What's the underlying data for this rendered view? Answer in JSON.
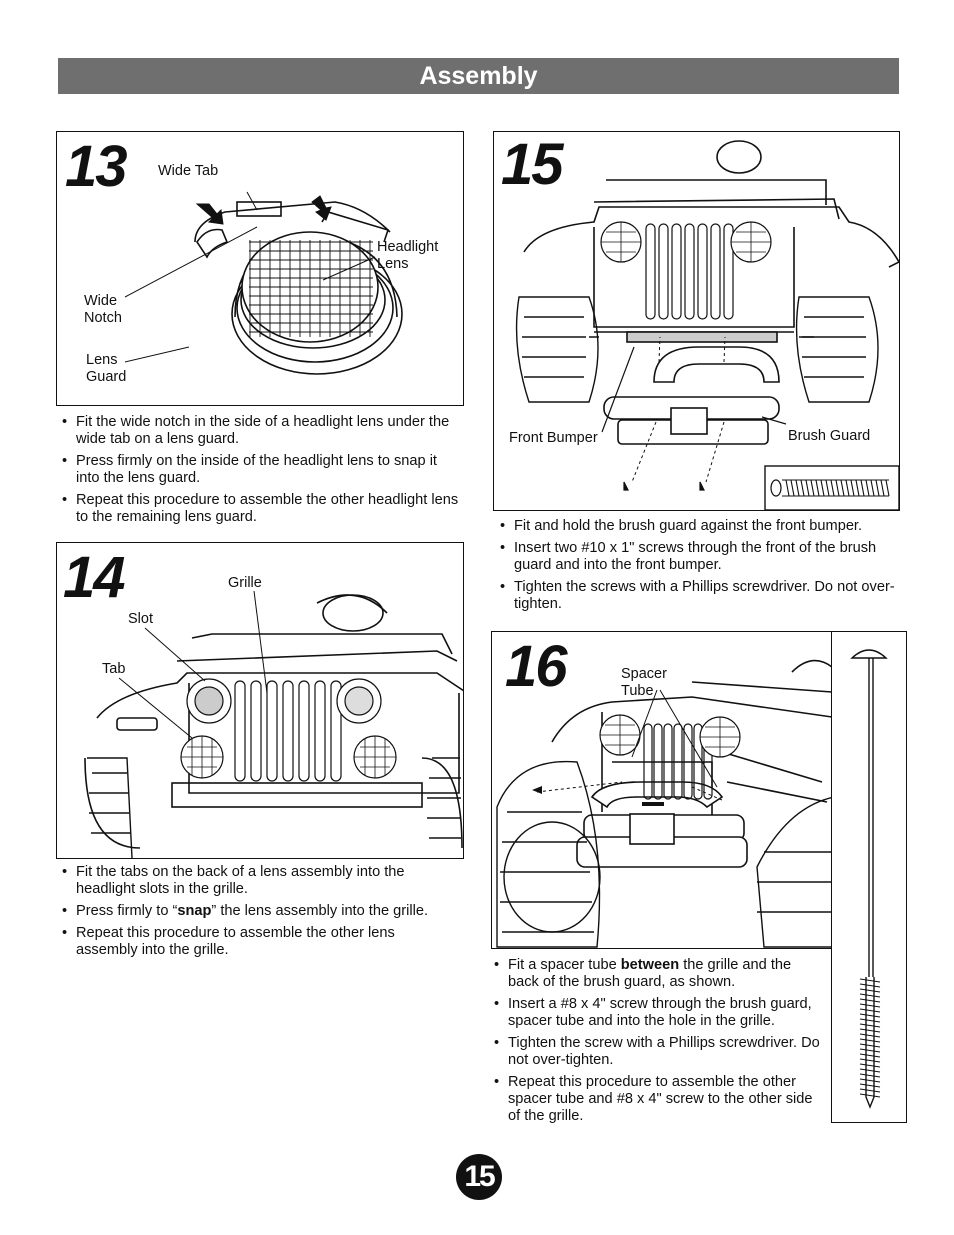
{
  "header": {
    "title": "Assembly"
  },
  "step13": {
    "number": "13",
    "labels": {
      "wide_tab": "Wide Tab",
      "headlight_lens": "Headlight\nLens",
      "wide_notch": "Wide\nNotch",
      "lens_guard": "Lens\nGuard"
    },
    "bullets": [
      "Fit the wide notch in the side of a headlight lens under the wide tab on a lens guard.",
      "Press firmly on the inside of the headlight lens to snap it into the lens guard.",
      "Repeat this procedure to assemble the other headlight lens to the remaining lens guard."
    ]
  },
  "step14": {
    "number": "14",
    "labels": {
      "grille": "Grille",
      "slot": "Slot",
      "tab": "Tab"
    },
    "bullets": [
      {
        "before": "Fit the tabs on the back of a lens assembly into the headlight slots in the grille.",
        "bold": "",
        "after": ""
      },
      {
        "before": "Press firmly to “",
        "bold": "snap",
        "after": "” the lens assembly into the grille."
      },
      {
        "before": "Repeat this procedure to assemble the other lens assembly into the grille.",
        "bold": "",
        "after": ""
      }
    ]
  },
  "step15": {
    "number": "15",
    "labels": {
      "front_bumper": "Front Bumper",
      "brush_guard": "Brush Guard"
    },
    "bullets": [
      "Fit and hold the brush guard against the front bumper.",
      "Insert two #10 x 1\" screws through the front of the brush guard and into the front bumper.",
      "Tighten the screws with a Phillips screwdriver. Do not over-tighten."
    ]
  },
  "step16": {
    "number": "16",
    "labels": {
      "spacer_tube": "Spacer\nTube"
    },
    "bullets": [
      {
        "before": "Fit a spacer tube ",
        "bold": "between",
        "after": " the grille and the back of the brush guard, as shown."
      },
      {
        "before": "Insert a #8 x 4\" screw through the brush guard, spacer tube and into the hole in the grille.",
        "bold": "",
        "after": ""
      },
      {
        "before": "Tighten the screw with a Phillips screwdriver. Do not over-tighten.",
        "bold": "",
        "after": ""
      },
      {
        "before": "Repeat this procedure to assemble the other spacer tube and #8 x 4\" screw to the other side of the grille.",
        "bold": "",
        "after": ""
      }
    ]
  },
  "page_number": "15"
}
